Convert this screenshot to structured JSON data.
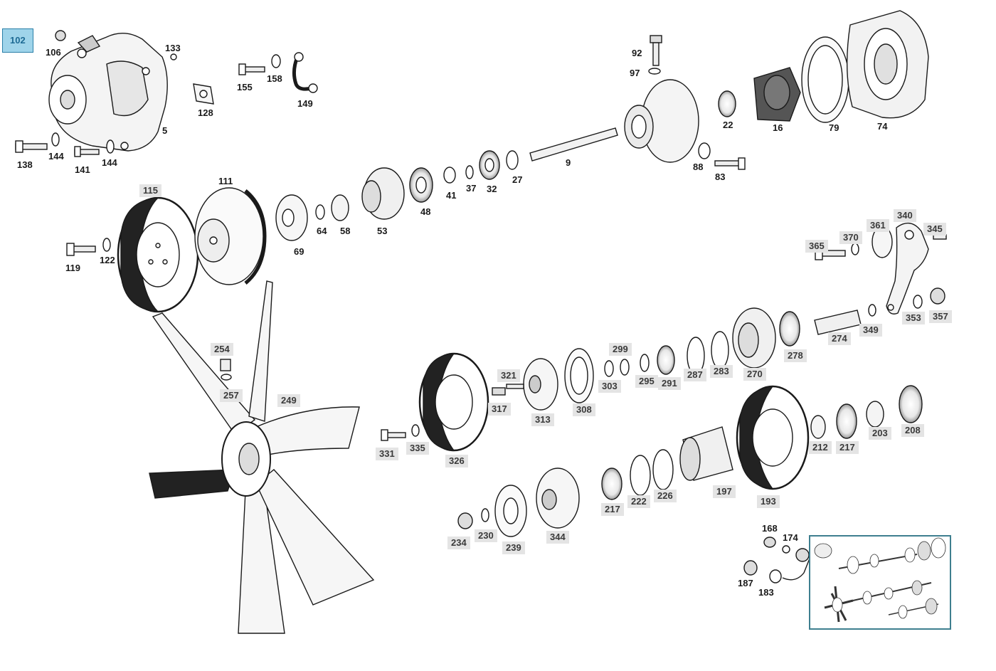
{
  "diagram": {
    "selected_label": "102",
    "callouts": [
      {
        "id": "c106",
        "text": "106"
      },
      {
        "id": "c133",
        "text": "133"
      },
      {
        "id": "c5",
        "text": "5"
      },
      {
        "id": "c138",
        "text": "138"
      },
      {
        "id": "c144a",
        "text": "144"
      },
      {
        "id": "c141",
        "text": "141"
      },
      {
        "id": "c144b",
        "text": "144"
      },
      {
        "id": "c128",
        "text": "128"
      },
      {
        "id": "c155",
        "text": "155"
      },
      {
        "id": "c158",
        "text": "158"
      },
      {
        "id": "c149",
        "text": "149"
      },
      {
        "id": "c92",
        "text": "92"
      },
      {
        "id": "c97",
        "text": "97"
      },
      {
        "id": "c22",
        "text": "22"
      },
      {
        "id": "c16",
        "text": "16"
      },
      {
        "id": "c79",
        "text": "79"
      },
      {
        "id": "c74",
        "text": "74"
      },
      {
        "id": "c9",
        "text": "9"
      },
      {
        "id": "c88",
        "text": "88"
      },
      {
        "id": "c83",
        "text": "83"
      },
      {
        "id": "c111",
        "text": "111"
      },
      {
        "id": "c119",
        "text": "119"
      },
      {
        "id": "c122",
        "text": "122"
      },
      {
        "id": "c69",
        "text": "69"
      },
      {
        "id": "c64",
        "text": "64"
      },
      {
        "id": "c58",
        "text": "58"
      },
      {
        "id": "c53",
        "text": "53"
      },
      {
        "id": "c48",
        "text": "48"
      },
      {
        "id": "c41",
        "text": "41"
      },
      {
        "id": "c37",
        "text": "37"
      },
      {
        "id": "c32",
        "text": "32"
      },
      {
        "id": "c27",
        "text": "27"
      },
      {
        "id": "c168",
        "text": "168"
      },
      {
        "id": "c174",
        "text": "174"
      },
      {
        "id": "c187",
        "text": "187"
      },
      {
        "id": "c183",
        "text": "183"
      }
    ],
    "highlighted_callouts": [
      {
        "id": "h115",
        "text": "115"
      },
      {
        "id": "h254",
        "text": "254"
      },
      {
        "id": "h257",
        "text": "257"
      },
      {
        "id": "h249",
        "text": "249"
      },
      {
        "id": "h340",
        "text": "340"
      },
      {
        "id": "h345",
        "text": "345"
      },
      {
        "id": "h365",
        "text": "365"
      },
      {
        "id": "h370",
        "text": "370"
      },
      {
        "id": "h361",
        "text": "361"
      },
      {
        "id": "h353",
        "text": "353"
      },
      {
        "id": "h357",
        "text": "357"
      },
      {
        "id": "h349",
        "text": "349"
      },
      {
        "id": "h274",
        "text": "274"
      },
      {
        "id": "h278",
        "text": "278"
      },
      {
        "id": "h270",
        "text": "270"
      },
      {
        "id": "h283",
        "text": "283"
      },
      {
        "id": "h287",
        "text": "287"
      },
      {
        "id": "h291",
        "text": "291"
      },
      {
        "id": "h295",
        "text": "295"
      },
      {
        "id": "h299",
        "text": "299"
      },
      {
        "id": "h303",
        "text": "303"
      },
      {
        "id": "h308",
        "text": "308"
      },
      {
        "id": "h313",
        "text": "313"
      },
      {
        "id": "h321",
        "text": "321"
      },
      {
        "id": "h317",
        "text": "317"
      },
      {
        "id": "h326",
        "text": "326"
      },
      {
        "id": "h331",
        "text": "331"
      },
      {
        "id": "h335",
        "text": "335"
      },
      {
        "id": "h208",
        "text": "208"
      },
      {
        "id": "h203",
        "text": "203"
      },
      {
        "id": "h217a",
        "text": "217"
      },
      {
        "id": "h212",
        "text": "212"
      },
      {
        "id": "h193",
        "text": "193"
      },
      {
        "id": "h197",
        "text": "197"
      },
      {
        "id": "h226",
        "text": "226"
      },
      {
        "id": "h222",
        "text": "222"
      },
      {
        "id": "h217b",
        "text": "217"
      },
      {
        "id": "h344",
        "text": "344"
      },
      {
        "id": "h239",
        "text": "239"
      },
      {
        "id": "h230",
        "text": "230"
      },
      {
        "id": "h234",
        "text": "234"
      }
    ]
  }
}
